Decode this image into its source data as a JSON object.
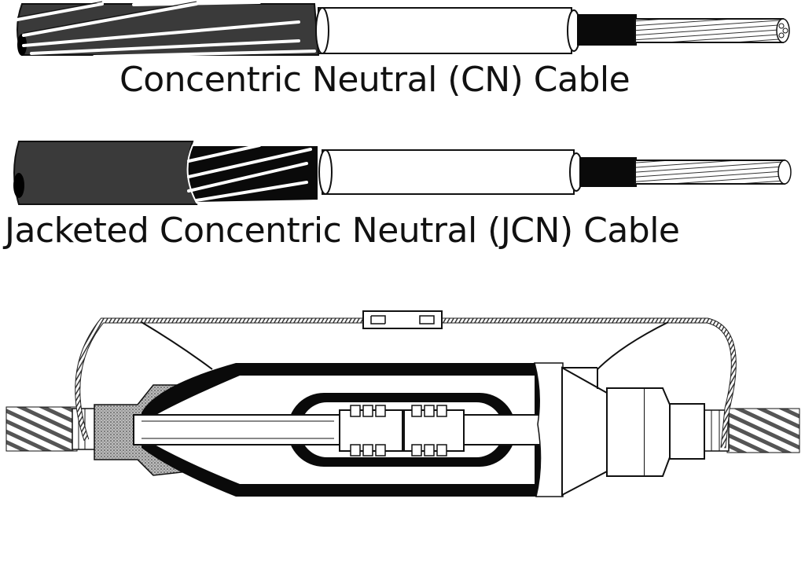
{
  "diagram": {
    "cables": [
      {
        "id": "cn",
        "label": "Concentric Neutral (CN) Cable",
        "layers": [
          "helical concentric neutral wires",
          "insulation shield (dark)",
          "insulation (white)",
          "conductor shield (black)",
          "stranded conductor"
        ]
      },
      {
        "id": "jcn",
        "label": "Jacketed Concentric Neutral (JCN) Cable",
        "layers": [
          "outer jacket (dark gray)",
          "concentric neutral wires",
          "insulation shield",
          "insulation (white)",
          "conductor shield (black)",
          "stranded conductor"
        ]
      }
    ],
    "splice": {
      "components": [
        "stranded cable (left)",
        "neutral wire jumper",
        "braided ground strap",
        "strap connector",
        "splice housing",
        "semi-conductive shield",
        "compression connector",
        "cable insulation",
        "stranded cable (right)"
      ]
    }
  },
  "colors": {
    "background": "#ffffff",
    "dark_jacket": "#3a3a3a",
    "black": "#0a0a0a",
    "white": "#ffffff",
    "outline": "#111111"
  }
}
